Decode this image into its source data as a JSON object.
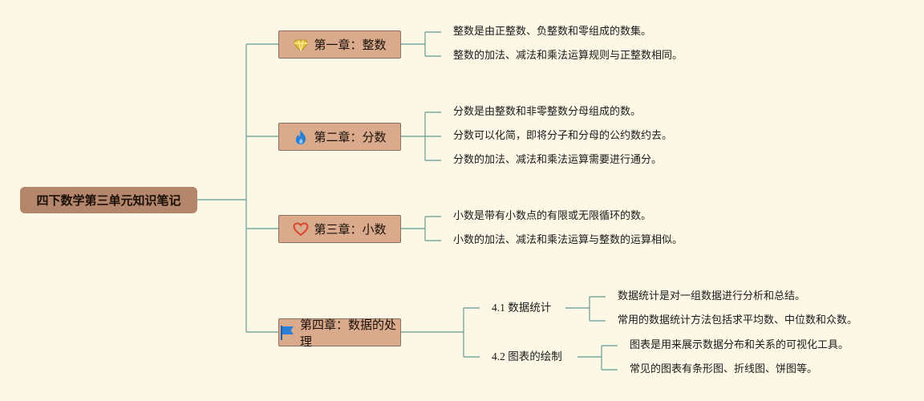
{
  "root": "四下数学第三单元知识笔记",
  "chapters": [
    {
      "icon": "diamond-icon",
      "title": "第一章：整数",
      "items": [
        "整数是由正整数、负整数和零组成的数集。",
        "整数的加法、减法和乘法运算规则与正整数相同。"
      ]
    },
    {
      "icon": "flame-icon",
      "title": "第二章：分数",
      "items": [
        "分数是由整数和非零整数分母组成的数。",
        "分数可以化简，即将分子和分母的公约数约去。",
        "分数的加法、减法和乘法运算需要进行通分。"
      ]
    },
    {
      "icon": "heart-icon",
      "title": "第三章：小数",
      "items": [
        "小数是带有小数点的有限或无限循环的数。",
        "小数的加法、减法和乘法运算与整数的运算相似。"
      ]
    },
    {
      "icon": "flag-icon",
      "title": "第四章：数据的处理",
      "subs": [
        {
          "title": "4.1 数据统计",
          "items": [
            "数据统计是对一组数据进行分析和总结。",
            "常用的数据统计方法包括求平均数、中位数和众数。"
          ]
        },
        {
          "title": "4.2 图表的绘制",
          "items": [
            "图表是用来展示数据分布和关系的可视化工具。",
            "常见的图表有条形图、折线图、饼图等。"
          ]
        }
      ]
    }
  ],
  "colors": {
    "background": "#fdf8e6",
    "root_fill": "#b4866c",
    "chapter_fill": "#d9aa8c",
    "connector": "#7aa9a0",
    "diamond": "#e8c440",
    "flame": "#2a7fd4",
    "heart": "#d9442c",
    "flag": "#2a7fd4"
  }
}
